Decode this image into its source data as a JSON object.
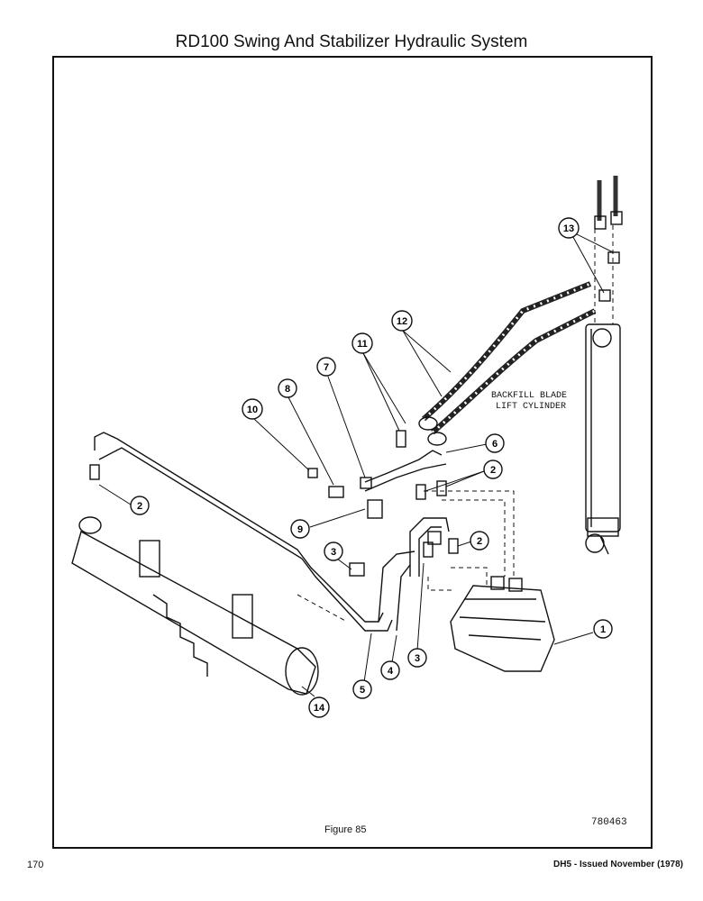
{
  "page": {
    "title": "RD100 Swing And Stabilizer Hydraulic System",
    "figure_caption": "Figure 85",
    "drawing_number": "780463",
    "page_number": "170",
    "issue_note": "DH5 - Issued November (1978)"
  },
  "diagram": {
    "label_line1": "BACKFILL BLADE",
    "label_line2": "LIFT CYLINDER",
    "callouts": [
      "1",
      "2",
      "2",
      "2",
      "3",
      "3",
      "4",
      "5",
      "6",
      "7",
      "8",
      "9",
      "10",
      "11",
      "12",
      "13",
      "14"
    ]
  }
}
